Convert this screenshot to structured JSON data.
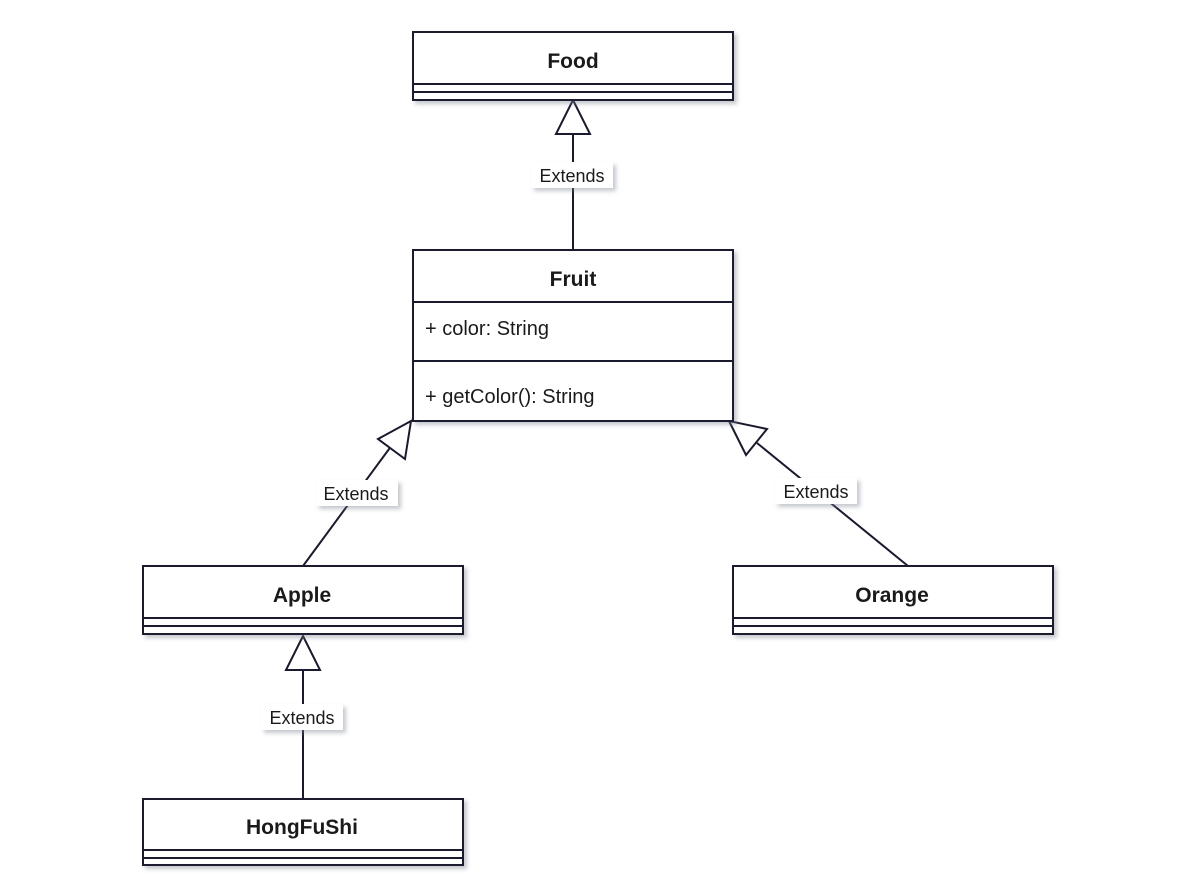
{
  "classes": {
    "food": {
      "name": "Food",
      "attributes": [],
      "methods": []
    },
    "fruit": {
      "name": "Fruit",
      "attributes": [
        "+ color: String"
      ],
      "methods": [
        "+ getColor(): String"
      ]
    },
    "apple": {
      "name": "Apple",
      "attributes": [],
      "methods": []
    },
    "orange": {
      "name": "Orange",
      "attributes": [],
      "methods": []
    },
    "hongfushi": {
      "name": "HongFuShi",
      "attributes": [],
      "methods": []
    }
  },
  "relations": [
    {
      "from": "fruit",
      "to": "food",
      "label": "Extends"
    },
    {
      "from": "apple",
      "to": "fruit",
      "label": "Extends"
    },
    {
      "from": "orange",
      "to": "fruit",
      "label": "Extends"
    },
    {
      "from": "hongfushi",
      "to": "apple",
      "label": "Extends"
    }
  ]
}
